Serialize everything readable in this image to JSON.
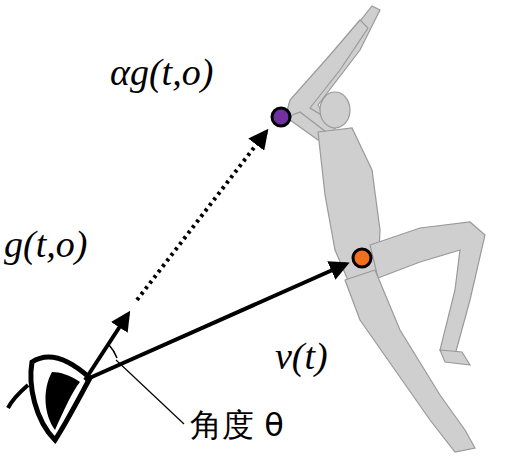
{
  "diagram": {
    "labels": [
      "αg(t,o)",
      "g(t,o)",
      "v(t)",
      "角度 θ"
    ]
  }
}
